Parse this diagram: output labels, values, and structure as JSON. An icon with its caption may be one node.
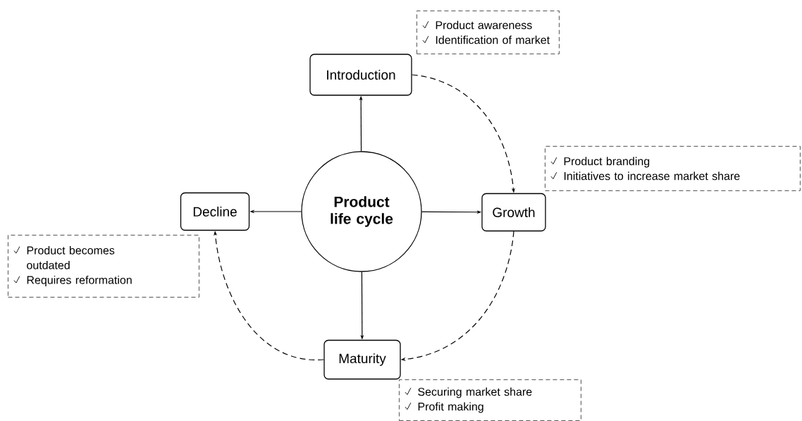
{
  "diagram": {
    "nodes": [
      {
        "text": [
          "Product life cycle"
        ]
      },
      {
        "text": [
          "Introduction"
        ]
      },
      {
        "text": [
          "Growth"
        ]
      },
      {
        "text": [
          "Maturity"
        ]
      },
      {
        "text": [
          "Decline"
        ]
      },
      {
        "text": [
          "Product awareness",
          "Identification of market"
        ]
      },
      {
        "text": [
          "Product branding",
          "Initiatives to increase market share"
        ]
      },
      {
        "text": [
          "Product becomes outdated",
          "Requires reformation"
        ]
      },
      {
        "text": [
          "Securing market share",
          "Profit making"
        ]
      }
    ],
    "edges": [
      {
        "from": 0,
        "to": 1,
        "arrow": "to"
      },
      {
        "from": 0,
        "to": 2,
        "arrow": "to"
      },
      {
        "from": 0,
        "to": 3,
        "arrow": "to"
      },
      {
        "from": 0,
        "to": 4,
        "arrow": "to"
      },
      {
        "from": 1,
        "to": 2,
        "arrow": "to",
        "style": "dashed"
      },
      {
        "from": 2,
        "to": 3,
        "arrow": "to",
        "style": "dashed"
      },
      {
        "from": 3,
        "to": 4,
        "arrow": "to",
        "style": "dashed"
      }
    ]
  }
}
